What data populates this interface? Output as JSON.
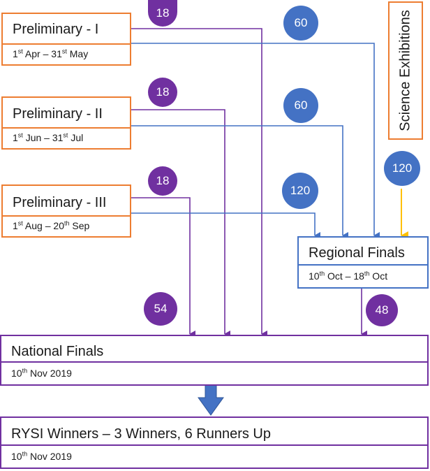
{
  "preliminary_1": {
    "title": "Preliminary - I",
    "date_pre": "1",
    "date_sup1": "st",
    "date_mid": " Apr – 31",
    "date_sup2": "st",
    "date_post": " May"
  },
  "preliminary_2": {
    "title": "Preliminary - II",
    "date_pre": "1",
    "date_sup1": "st",
    "date_mid": " Jun – 31",
    "date_sup2": "st",
    "date_post": " Jul"
  },
  "preliminary_3": {
    "title": "Preliminary - III",
    "date_pre": "1",
    "date_sup1": "st",
    "date_mid": " Aug – 20",
    "date_sup2": "th",
    "date_post": " Sep"
  },
  "science_exhibitions": {
    "label": "Science Exhibitions"
  },
  "regional_finals": {
    "title": "Regional Finals",
    "date_pre": "10",
    "date_sup1": "th",
    "date_mid": " Oct – 18",
    "date_sup2": "th",
    "date_post": " Oct"
  },
  "national_finals": {
    "title": "National Finals",
    "date_pre": "10",
    "date_sup1": "th",
    "date_post": " Nov 2019"
  },
  "winners": {
    "title": "RYSI Winners – 3 Winners, 6 Runners Up",
    "date_pre": "10",
    "date_sup1": "th",
    "date_post": " Nov 2019"
  },
  "counts": {
    "p1_national": "18",
    "p1_regional": "60",
    "p2_national": "18",
    "p2_regional": "60",
    "p3_national": "18",
    "p3_regional": "120",
    "science_regional": "120",
    "direct_national": "54",
    "regional_national": "48"
  },
  "colors": {
    "orange": "#ed7d31",
    "blue": "#4472c4",
    "purple": "#7030a0",
    "yellow": "#ffc000"
  }
}
